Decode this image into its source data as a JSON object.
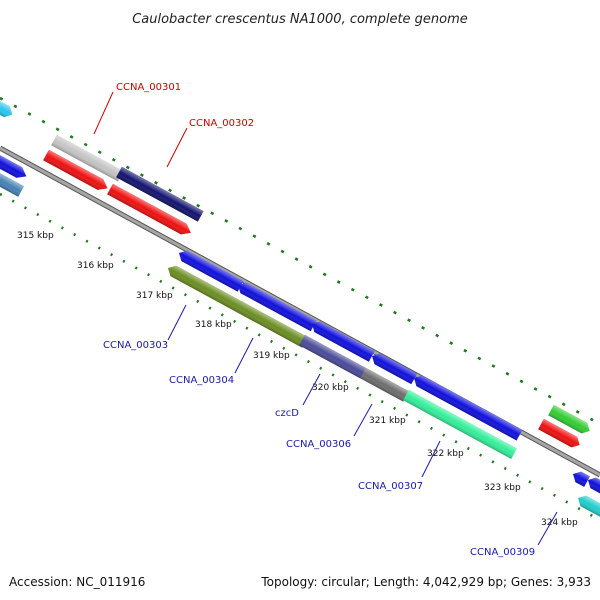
{
  "title": "Caulobacter crescentus NA1000, complete genome",
  "footer": {
    "accession": "Accession: NC_011916",
    "summary": "Topology: circular; Length: 4,042,929 bp; Genes: 3,933"
  },
  "colors": {
    "backbone": "#8c8c8c",
    "tick": "#1f7a1f",
    "label_forward": "#cc0000",
    "label_reverse": "#1a1aaa"
  },
  "scale_labels": [
    "315 kbp",
    "316 kbp",
    "317 kbp",
    "318 kbp",
    "319 kbp",
    "320 kbp",
    "321 kbp",
    "322 kbp",
    "323 kbp",
    "324 kbp"
  ],
  "gene_labels": [
    {
      "name": "CCNA_00301",
      "strand": "forward"
    },
    {
      "name": "CCNA_00302",
      "strand": "forward"
    },
    {
      "name": "CCNA_00303",
      "strand": "reverse"
    },
    {
      "name": "CCNA_00304",
      "strand": "reverse"
    },
    {
      "name": "czcD",
      "strand": "reverse"
    },
    {
      "name": "CCNA_00306",
      "strand": "reverse"
    },
    {
      "name": "CCNA_00307",
      "strand": "reverse"
    },
    {
      "name": "CCNA_00309",
      "strand": "reverse"
    }
  ]
}
